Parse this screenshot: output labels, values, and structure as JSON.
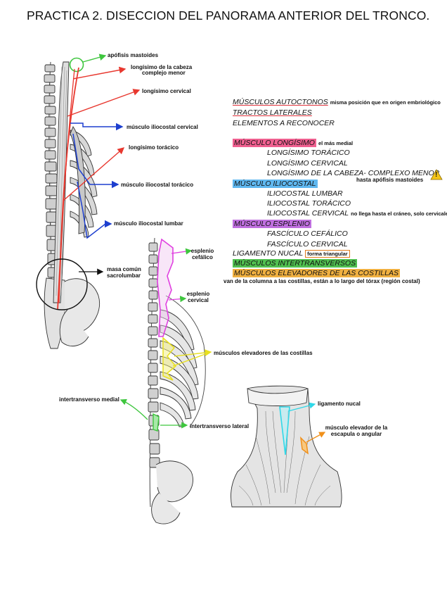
{
  "title": "PRACTICA 2. DISECCION DEL PANORAMA ANTERIOR DEL TRONCO.",
  "figure1_labels": {
    "apofisis": "apófisis mastoides",
    "longisimo_cabeza_1": "longísimo de la cabeza",
    "longisimo_cabeza_2": "complejo menor",
    "longisimo_cervical": "longísimo cervical",
    "iliocostal_cervical": "músculo iliocostal cervical",
    "longisimo_toracico": "longísimo torácico",
    "iliocostal_toracico": "músculo iliocostal torácico",
    "iliocostal_lumbar": "músculo iliocostal lumbar",
    "masa_comun_1": "masa común",
    "masa_comun_2": "sacrolumbar"
  },
  "figure2_labels": {
    "esplenio_cefalico_1": "esplenio",
    "esplenio_cefalico_2": "cefálico",
    "esplenio_cervical_1": "esplenio",
    "esplenio_cervical_2": "cervical",
    "elevadores": "músculos elevadores de las costillas",
    "intertransverso_medial": "intertransverso medial",
    "intertransverso_lateral": "intertransverso lateral"
  },
  "figure3_labels": {
    "ligamento_nucal": "ligamento nucal",
    "elevador_1": "músculo elevador de la",
    "elevador_2": "escapula o angular"
  },
  "legend": {
    "autoctonos": "MÚSCULOS AUTOCTONOS",
    "autoctonos_note": "misma posición que en origen embriológico",
    "tractos": "TRACTOS LATERALES",
    "elementos": "ELEMENTOS A RECONOCER",
    "longisimo": "MÚSCULO LONGÍSIMO",
    "longisimo_note": "el más medial",
    "long_toracico": "LONGÍSIMO TORÁCICO",
    "long_cervical": "LONGÍSIMO CERVICAL",
    "long_cabeza": "LONGÍSIMO DE LA CABEZA- COMPLEXO MENOR",
    "long_cabeza_note": "hasta apófisis mastoides",
    "iliocostal": "MÚSCULO ILIOCOSTAL",
    "ilio_lumbar": "ILIOCOSTAL LUMBAR",
    "ilio_toracico": "ILIOCOSTAL TORÁCICO",
    "ilio_cervical": "ILIOCOSTAL CERVICAL",
    "ilio_cervical_note": "no llega hasta el cráneo, solo cervicales",
    "esplenio": "MÚSCULO ESPLENIO",
    "fasc_cefalico": "FASCÍCULO CEFÁLICO",
    "fasc_cervical": "FASCÍCULO CERVICAL",
    "ligamento": "LIGAMENTO NUCAL",
    "ligamento_note": "forma triangular",
    "intertransversos": "MÚSCULOS INTERTRANSVERSOS",
    "elevadores": "MÚSCULOS ELEVADORES DE LAS COSTILLAS",
    "elevadores_note": "van de la columna a las costillas, están a lo largo del tórax (región costal)",
    "warn_symbol": "!"
  },
  "colors": {
    "red": "#e8382f",
    "blue": "#1d3fcf",
    "green": "#3ec63e",
    "magenta": "#e040e0",
    "yellow": "#e8e020",
    "cyan": "#30d8e8",
    "orange": "#f0901a",
    "hl_pink": "#f06090",
    "hl_blue": "#60b8f0",
    "hl_purple": "#c070e0",
    "hl_green": "#50c050",
    "hl_gold": "#f0b040"
  }
}
